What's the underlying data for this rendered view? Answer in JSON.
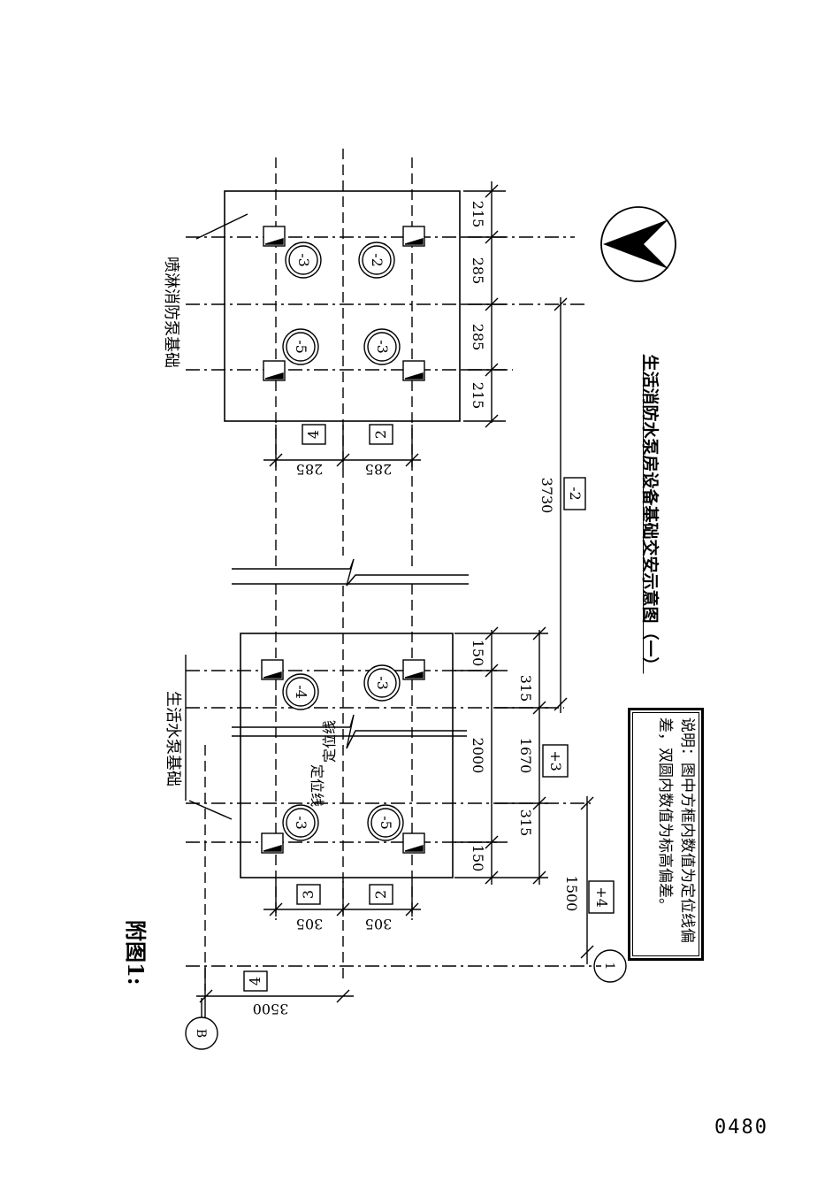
{
  "figure_label": "附图1:",
  "page_number": "0480",
  "title": "生活消防水泵房设备基础交安示意图（一）",
  "labels": {
    "spray_pump_foundation": "喷淋消防泵基础",
    "domestic_pump_foundation": "生活水泵基础",
    "location_line_1": "定位线",
    "location_line_2": "定位线"
  },
  "note": "说明：图中方框内数值为定位线偏差，双圆内数值为标高偏差。",
  "axes": {
    "axis_B": "B",
    "axis_1": "1"
  },
  "dimensions": {
    "spray_bands": [
      "215",
      "285",
      "285",
      "215"
    ],
    "spray_left": [
      "285",
      "285"
    ],
    "distance_between": "3730",
    "domestic_bands": [
      "150",
      "315",
      "1670",
      "315",
      "150"
    ],
    "domestic_width": "2000",
    "domestic_left": [
      "305",
      "305"
    ],
    "grid_offset": "1500",
    "axis_offset": "3500"
  },
  "square_deviations": {
    "spray_left_top": "4",
    "spray_left_bottom": "2",
    "between": "-2",
    "domestic_mid": "+3",
    "domestic_left_top": "3",
    "domestic_left_bottom": "2",
    "axis_1_offset": "+4",
    "axis_b_offset": "4"
  },
  "circle_deviations": {
    "spray_a": "-3",
    "spray_b": "-2",
    "spray_c": "-5",
    "spray_d": "-3",
    "domestic_a": "-4",
    "domestic_b": "-3",
    "domestic_c": "-3",
    "domestic_d": "-5"
  },
  "icons": {
    "compass": "north-arrow-icon"
  }
}
